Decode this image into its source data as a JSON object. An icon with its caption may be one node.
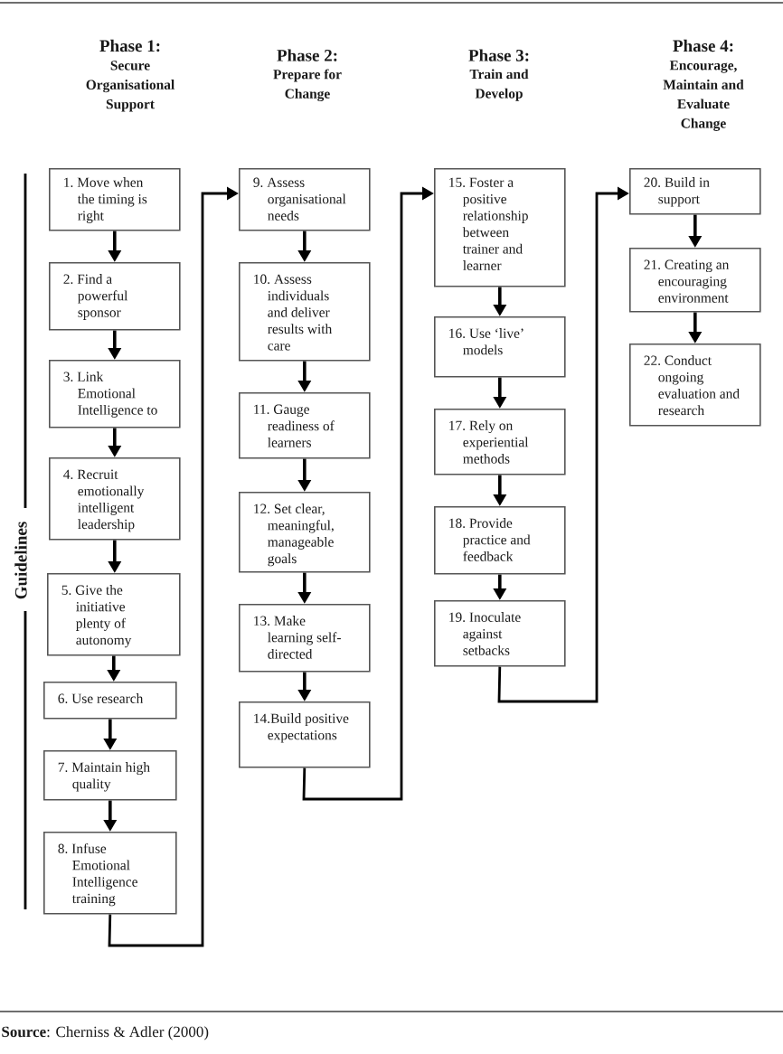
{
  "diagram": {
    "caption": "**Source**: Cherniss & Adler (2000)",
    "nodes": [
      {
        "text": [
          "1. Move when the timing is right"
        ]
      },
      {
        "text": [
          "2. Find a powerful sponsor"
        ]
      },
      {
        "text": [
          "3. Link Emotional Intelligence to"
        ]
      },
      {
        "text": [
          "4. Recruit emotionally intelligent leadership"
        ]
      },
      {
        "text": [
          "5. Give the initiative plenty of autonomy"
        ]
      },
      {
        "text": [
          "6. Use research"
        ]
      },
      {
        "text": [
          "7. Maintain high quality"
        ]
      },
      {
        "text": [
          "8. Infuse Emotional Intelligence training"
        ]
      },
      {
        "text": [
          "9. Assess organisational needs"
        ]
      },
      {
        "text": [
          "10. Assess individuals and deliver results with care"
        ]
      },
      {
        "text": [
          "11. Gauge readiness of learners"
        ]
      },
      {
        "text": [
          "12. Set clear, meaningful, manageable goals"
        ]
      },
      {
        "text": [
          "13. Make learning self-directed"
        ]
      },
      {
        "text": [
          "14.Build positive expectations"
        ]
      },
      {
        "text": [
          "15. Foster a positive relationship between trainer and learner"
        ]
      },
      {
        "text": [
          "16. Use ‘live’ models"
        ]
      },
      {
        "text": [
          "17. Rely on experiential methods"
        ]
      },
      {
        "text": [
          "18. Provide practice and feedback"
        ]
      },
      {
        "text": [
          "19. Inoculate against setbacks"
        ]
      },
      {
        "text": [
          "20. Build in support"
        ]
      },
      {
        "text": [
          "21. Creating an encouraging environment"
        ]
      },
      {
        "text": [
          "22. Conduct ongoing evaluation and research"
        ]
      }
    ],
    "edges": [
      {
        "from": 0,
        "to": 1,
        "arrow": "to"
      },
      {
        "from": 1,
        "to": 2,
        "arrow": "to"
      },
      {
        "from": 2,
        "to": 3,
        "arrow": "to"
      },
      {
        "from": 3,
        "to": 4,
        "arrow": "to"
      },
      {
        "from": 4,
        "to": 5,
        "arrow": "to"
      },
      {
        "from": 5,
        "to": 6,
        "arrow": "to"
      },
      {
        "from": 6,
        "to": 7,
        "arrow": "to"
      },
      {
        "from": 7,
        "to": 8,
        "arrow": "to"
      },
      {
        "from": 8,
        "to": 9,
        "arrow": "to"
      },
      {
        "from": 9,
        "to": 10,
        "arrow": "to"
      },
      {
        "from": 10,
        "to": 11,
        "arrow": "to"
      },
      {
        "from": 11,
        "to": 12,
        "arrow": "to"
      },
      {
        "from": 12,
        "to": 13,
        "arrow": "to"
      },
      {
        "from": 13,
        "to": 14,
        "arrow": "to"
      },
      {
        "from": 14,
        "to": 15,
        "arrow": "to"
      },
      {
        "from": 15,
        "to": 16,
        "arrow": "to"
      },
      {
        "from": 16,
        "to": 17,
        "arrow": "to"
      },
      {
        "from": 17,
        "to": 18,
        "arrow": "to"
      },
      {
        "from": 18,
        "to": 19,
        "arrow": "to"
      },
      {
        "from": 19,
        "to": 20,
        "arrow": "to"
      },
      {
        "from": 20,
        "to": 21,
        "arrow": "to"
      }
    ],
    "labels": [
      "Phase 1:",
      "Secure Organisational Support",
      "Phase 2:",
      "Prepare for Change",
      "Phase 3:",
      "Train and Develop",
      "Phase 4:",
      "Encourage, Maintain and Evaluate Change",
      "Guidelines"
    ]
  }
}
